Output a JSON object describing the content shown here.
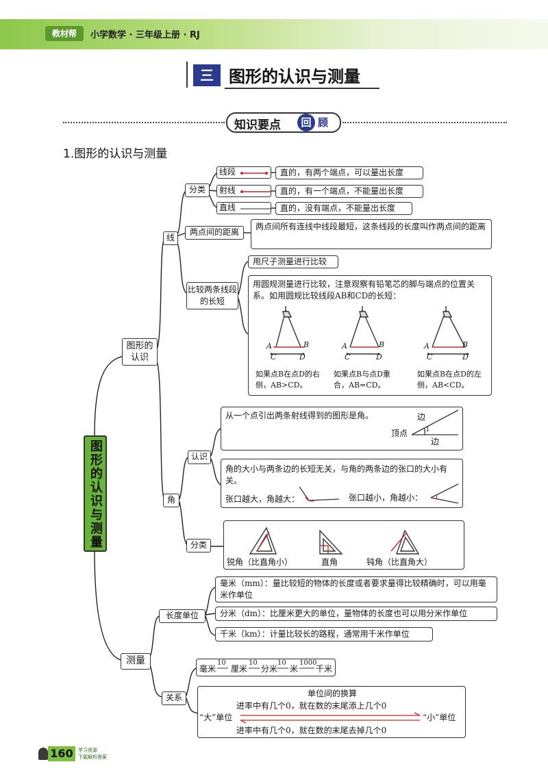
{
  "header": {
    "brand": "教材帮",
    "subject": "小学数学 · 三年级上册 · RJ"
  },
  "chapter": {
    "number": "三",
    "title": "图形的认识与测量"
  },
  "section": {
    "label_main": "知识要点",
    "label_c1": "回",
    "label_c2": "顾"
  },
  "topic_heading": "1.图形的认识与测量",
  "root": "图形的认识与测量",
  "branches": {
    "shape": "图形的认识",
    "measure": "测量"
  },
  "line": {
    "label": "线",
    "classify": "分类",
    "types": [
      {
        "name": "线段",
        "desc": "直的，有两个端点，可以量出长度"
      },
      {
        "name": "射线",
        "desc": "直的，有一个端点，不能量出长度"
      },
      {
        "name": "直线",
        "desc": "直的，没有端点，不能量出长度"
      }
    ],
    "distance_label": "两点间的距离",
    "distance_desc": "两点间所有连线中线段最短，这条线段的长度叫作两点间的距离",
    "compare_label": "比较两条线段的长短",
    "compare_ruler": "用尺子测量进行比较",
    "compare_compass": "用圆规测量进行比较，注意观察有铅笔芯的脚与端点的位置关系。如用圆规比较线段AB和CD的长短：",
    "cases": [
      {
        "desc": "如果点B在点D的右侧，AB>CD。",
        "a": "A",
        "b": "B",
        "c": "C",
        "d": "D"
      },
      {
        "desc": "如果点B与点D重合，AB=CD。",
        "a": "A",
        "b": "B",
        "c": "C",
        "d": "D"
      },
      {
        "desc": "如果点B在点D的左侧，AB<CD。",
        "a": "A",
        "b": "B",
        "c": "C",
        "d": "D"
      }
    ]
  },
  "angle": {
    "label": "角",
    "recognize": "认识",
    "definition": "从一个点引出两条射线得到的图形是角。",
    "part_side": "边",
    "part_vertex": "顶点",
    "part_one": "1",
    "size_rule": "角的大小与两条边的长短无关，与角的两条边的张口的大小有关。",
    "wide": "张口越大，角越大：",
    "narrow": "张口越小，角越小：",
    "classify": "分类",
    "kinds": [
      "锐角（比直角小）",
      "直角",
      "钝角（比直角大）"
    ]
  },
  "units": {
    "label": "长度单位",
    "items": [
      "毫米（mm）：量比较短的物体的长度或者要求量得比较精确时，可以用毫米作单位",
      "分米（dm）：比厘米更大的单位，量物体的长度也可以用分米作单位",
      "千米（km）：计量比较长的路程，通常用千米作单位"
    ]
  },
  "relation": {
    "label": "关系",
    "chain": [
      "毫米",
      "厘米",
      "分米",
      "米",
      "千米"
    ],
    "rates": [
      "10",
      "10",
      "10",
      "1000"
    ],
    "conv_title": "单位间的换算",
    "conv_top": "进率中有几个0，就在数的末尾添上几个0",
    "big": "“大”单位",
    "small": "“小”单位",
    "conv_bottom": "进率中有几个0，就在数的末尾去掉几个0"
  },
  "footer": {
    "page": "160",
    "note1": "学习资源",
    "note2": "下载解析答案"
  },
  "colors": {
    "green": "#7bbf45",
    "root_green": "#69b33b",
    "red": "#c8262e",
    "blue": "#2a3a8c"
  }
}
